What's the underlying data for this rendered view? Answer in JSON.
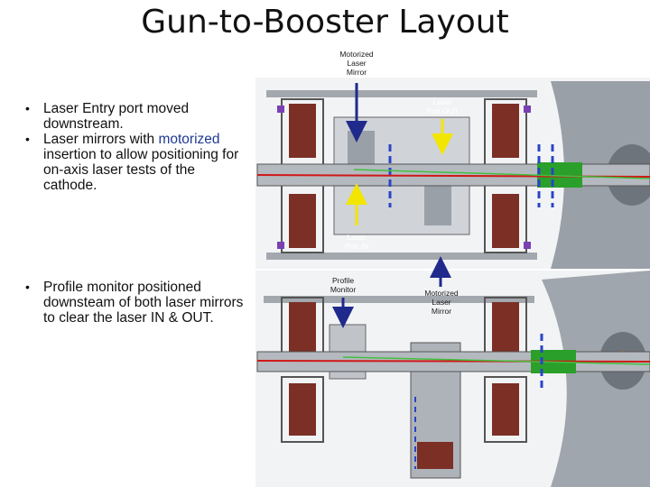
{
  "slide": {
    "title": "Gun-to-Booster Layout",
    "bullets_top": [
      {
        "pre": "Laser Entry port moved downstream.",
        "hl": "",
        "post": ""
      },
      {
        "pre": "Laser mirrors with ",
        "hl": "motorized",
        "post": " insertion to allow positioning for on-axis laser tests of the cathode."
      }
    ],
    "bullet_bottom": "Profile monitor positioned downsteam of both laser mirrors to clear the laser IN & OUT."
  },
  "labels": {
    "top_mirror": [
      "Motorized",
      "Laser",
      "Mirror"
    ],
    "port_out": [
      "Laser",
      "Port OUT"
    ],
    "port_in": [
      "Laser",
      "Port IN"
    ],
    "profile": [
      "Profile",
      "Monitor"
    ],
    "bottom_mirror": [
      "Motorized",
      "Laser",
      "Mirror"
    ]
  },
  "colors": {
    "arrow_blue": "#1f2a8c",
    "arrow_yellow": "#f2e600",
    "beam_red": "#d01818",
    "beam_green": "#40c040",
    "magnet": "#8a3a2a",
    "steel": "#8d9299",
    "accent_blue": "#2a44c8"
  }
}
